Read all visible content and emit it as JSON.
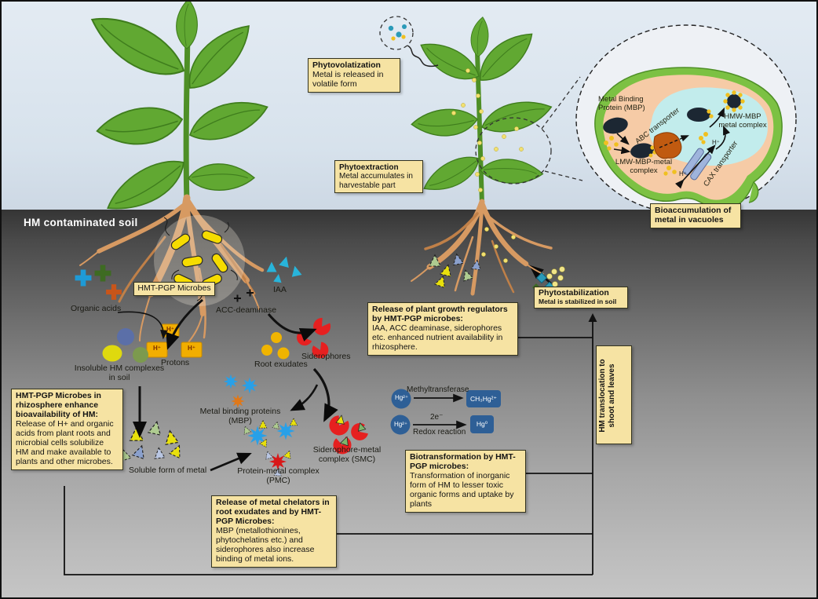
{
  "soil": {
    "surface_label": "HM contaminated soil"
  },
  "boxes": {
    "phytovolatization": {
      "title": "Phytovolatization",
      "body": "Metal is released in volatile form"
    },
    "phytoextraction": {
      "title": "Phytoextraction",
      "body": "Metal accumulates in harvestable part"
    },
    "phytostabilization": {
      "title": "Phytostabilization",
      "body": "Metal is stabilized in soil"
    },
    "bioaccumulation": {
      "title": "Bioaccumulation of metal in vacuoles"
    },
    "hmt_microbes": {
      "title": "HMT-PGP Microbes"
    },
    "growth_regulators": {
      "title": "Release of plant growth regulators by HMT-PGP microbes:",
      "body": "IAA, ACC deaminase, siderophores etc.  enhanced nutrient availability in rhizosphere."
    },
    "bioavailability": {
      "title": "HMT-PGP Microbes in rhizosphere enhance bioavailability of HM:",
      "body": "Release of H+ and organic acids from plant roots and microbial cells solubilize HM and make available to plants and other microbes."
    },
    "biotransformation": {
      "title": "Biotransformation by HMT-PGP microbes:",
      "body": "Transformation of inorganic form of HM to lesser toxic organic forms and uptake by plants"
    },
    "metal_chelators": {
      "title": "Release of metal chelators in root exudates and by HMT-PGP Microbes:",
      "body": "MBP (metallothionines, phytochelatins etc.) and siderophores also increase binding of metal ions."
    },
    "hm_translocation": {
      "title": "HM translocation to shoot and leaves"
    }
  },
  "labels": {
    "organic_acids": "Organic acids",
    "acc_deaminase": "ACC-deaminase",
    "iaa": "IAA",
    "protons": "Protons",
    "proton_symbol": "H⁺",
    "insoluble_hm": "Insoluble HM complexes in soil",
    "siderophores": "Siderophores",
    "root_exudates": "Root exudates",
    "mbp": "Metal binding proteins (MBP)",
    "soluble_metal": "Soluble form of metal",
    "pmc_line1": "Protein-metal complex",
    "pmc_line2": "(PMC)",
    "smc_line1": "Siderophore-metal",
    "smc_line2": "complex (SMC)"
  },
  "vacuole": {
    "mbp": "Metal Binding Protein (MBP)",
    "abc": "ABC transporter",
    "lmw": "LMW-MBP-metal complex",
    "hmw": "HMW-MBP metal complex",
    "cax": "CAX transporter",
    "h_plus": "H⁺"
  },
  "reactions": {
    "hg_ion": "Hg²⁺",
    "methyl_enzyme": "Methyltransferase",
    "methyl_product": "CH₃Hg²⁺",
    "electrons": "2e⁻",
    "redox": "Redox reaction",
    "elemental_product": "Hg⁰"
  },
  "colors": {
    "box_bg": "#f6e3a3",
    "box_border": "#33331f",
    "leaf_green": "#61a832",
    "root_tan": "#d79a62",
    "sky": "#dae4ee",
    "siderophore_red": "#e62020",
    "bacteria_yellow": "#f6dc00",
    "hg_blue": "#2e5f96",
    "vacuole_cyan": "#c2ecec",
    "cell_salmon": "#f6cba6",
    "cell_green": "#7cc143",
    "iaa_cyan": "#28b4da",
    "proton_box": "#f2ae00"
  }
}
